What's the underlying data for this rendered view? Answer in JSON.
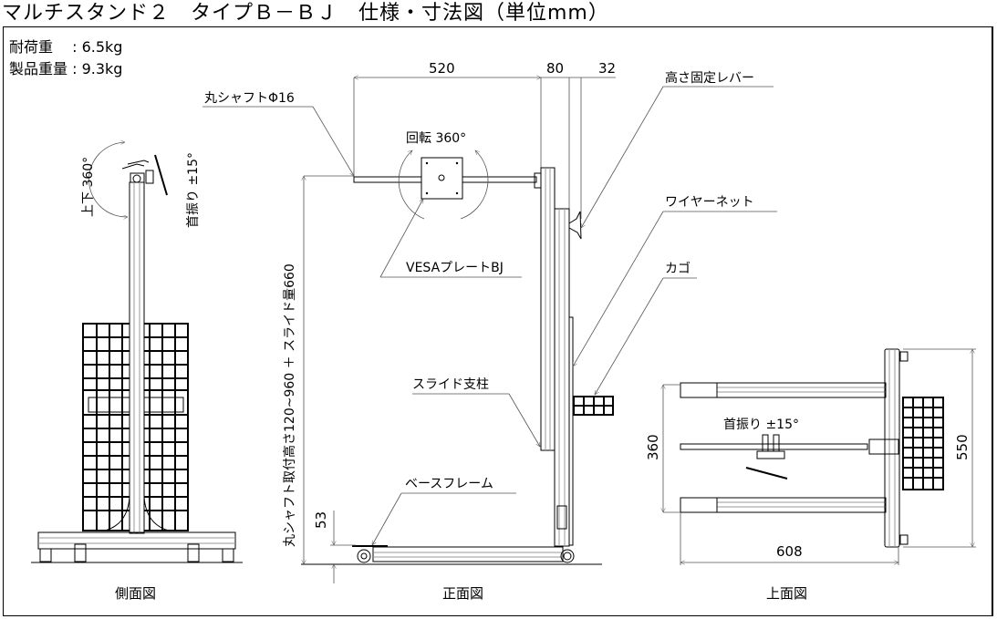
{
  "title": "マルチスタンド２　タイプＢ－ＢＪ　仕様・寸法図（単位mm）",
  "specs": {
    "load_capacity": "耐荷重　 : 6.5kg",
    "product_weight": "製品重量 : 9.3kg"
  },
  "views": {
    "side": {
      "caption": "側面図",
      "tilt_label": "上下 360°",
      "swing_label": "首振り ±15°"
    },
    "front": {
      "caption": "正面図",
      "labels": {
        "shaft": "丸シャフトΦ16",
        "rotation": "回転 360°",
        "vesa_plate": "VESAプレートBJ",
        "height_lever": "高さ固定レバー",
        "wire_net": "ワイヤーネット",
        "basket": "カゴ",
        "slide_pole": "スライド支柱",
        "base_frame": "ベースフレーム"
      },
      "dimensions": {
        "arm_length": "520",
        "pole_width": "80",
        "lever_offset": "32",
        "mount_height": "丸シャフト取付高さ120~960 ＋ スライド量660",
        "base_height": "53"
      }
    },
    "top": {
      "caption": "上面図",
      "swing_label": "首振り ±15°",
      "dimensions": {
        "inner_width": "360",
        "depth": "608",
        "overall_width": "550"
      }
    }
  }
}
